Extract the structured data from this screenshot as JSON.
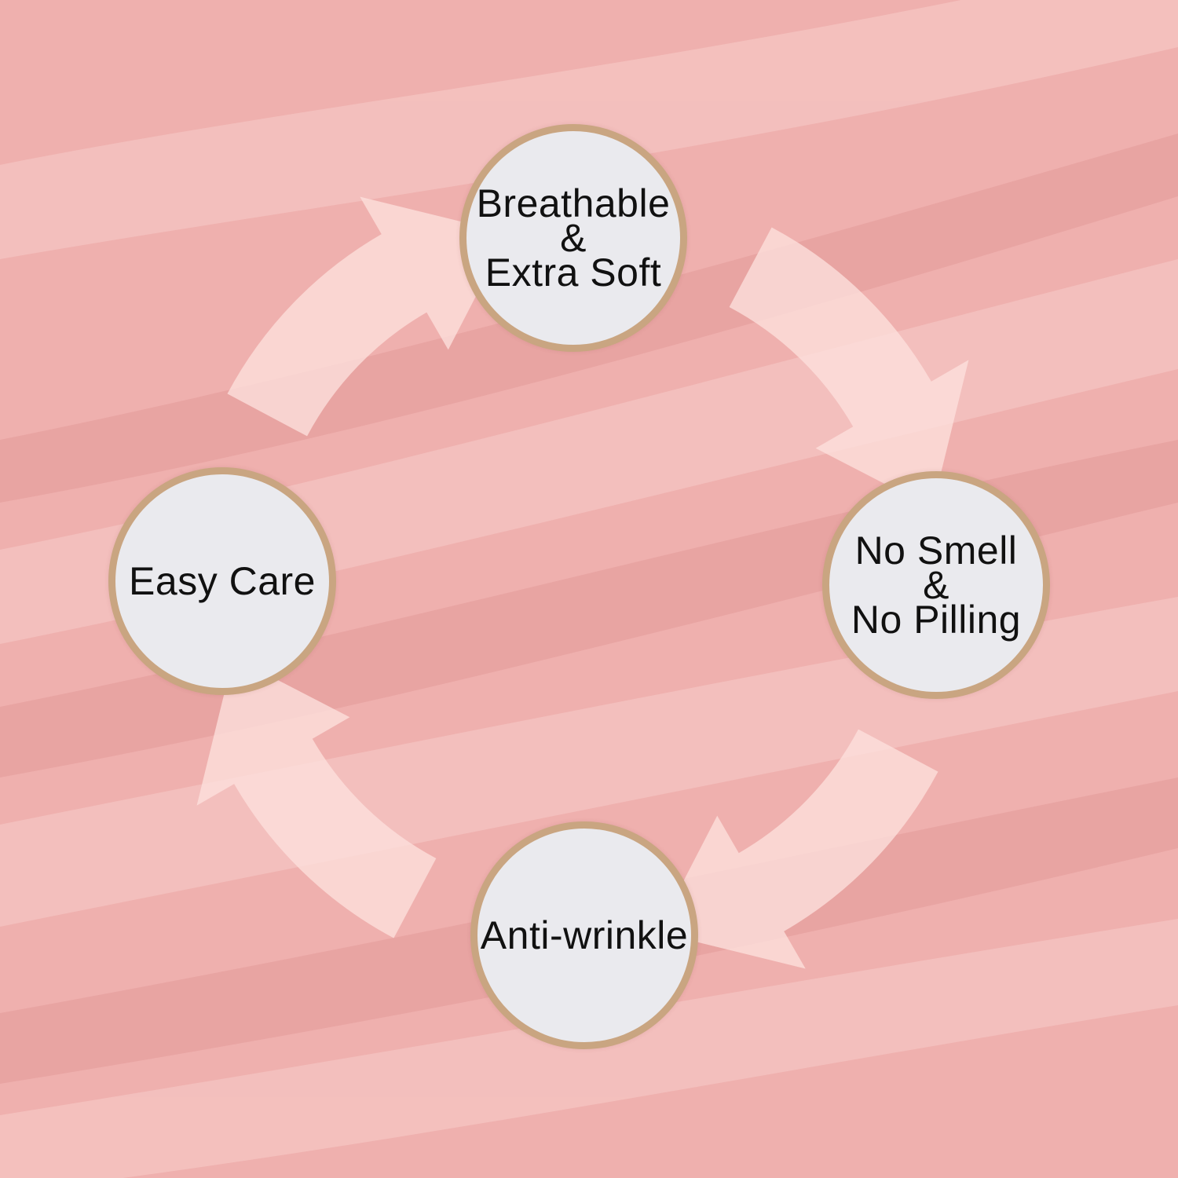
{
  "colors": {
    "fabric_base": "#efb0ae",
    "fabric_highlight": "#f7cdca",
    "fabric_shadow": "#e49b9a",
    "arrow_fill": "#fce0dd",
    "circle_fill": "#eaeaee",
    "circle_border": "#c9a581",
    "text_color": "#111111"
  },
  "features": [
    {
      "label": "Breathable\n&\nExtra Soft"
    },
    {
      "label": "No Smell\n&\nNo Pilling"
    },
    {
      "label": "Anti-wrinkle"
    },
    {
      "label": "Easy Care"
    }
  ]
}
